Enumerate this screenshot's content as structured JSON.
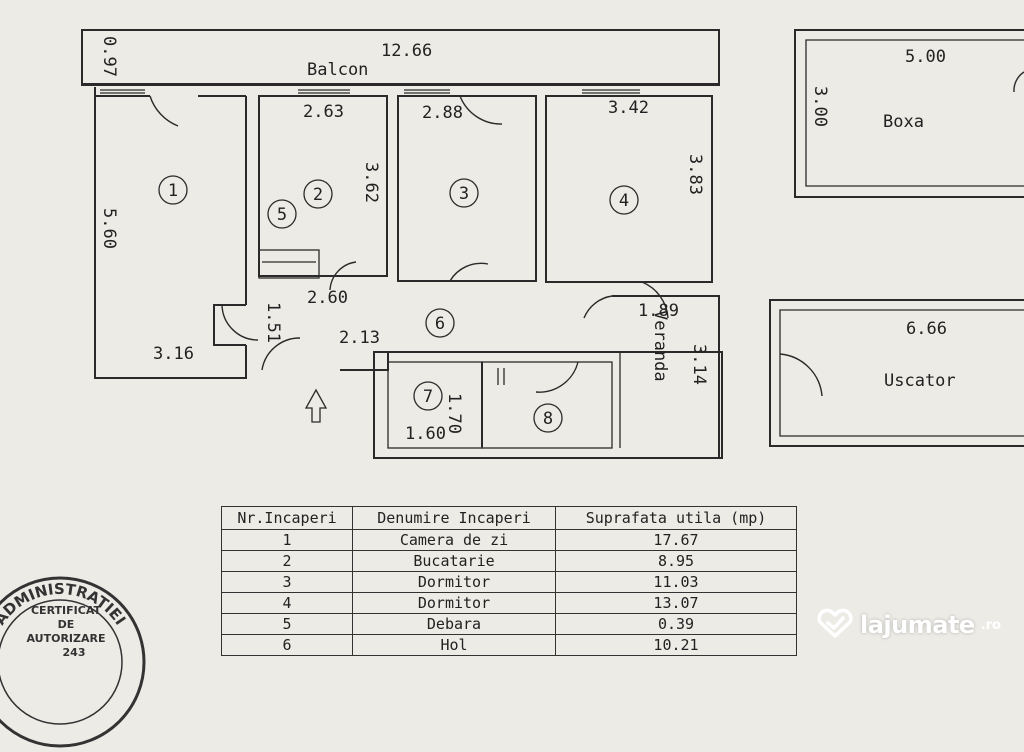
{
  "floor_plan": {
    "dimensions": {
      "balcony_depth": "0.97",
      "balcony_length": "12.66",
      "room1_length": "5.60",
      "room1_width": "3.16",
      "room2_width": "2.63",
      "room2_length": "3.62",
      "room3_width": "2.88",
      "room4_width": "3.42",
      "room4_length": "3.83",
      "hall_a": "2.60",
      "hall_b": "1.51",
      "hall_c": "2.13",
      "veranda_width": "1.89",
      "veranda_length": "3.14",
      "room7_length": "1.70",
      "room7_width": "1.60",
      "boxa_length": "5.00",
      "boxa_width": "3.00",
      "uscator_length": "6.66"
    },
    "labels": {
      "balcony": "Balcon",
      "veranda": "Veranda",
      "boxa": "Boxa",
      "uscator": "Uscator"
    },
    "room_numbers": [
      "1",
      "2",
      "3",
      "4",
      "5",
      "6",
      "7",
      "8"
    ]
  },
  "table": {
    "headers": [
      "Nr.Incaperi",
      "Denumire Incaperi",
      "Suprafata utila (mp)"
    ],
    "rows": [
      {
        "nr": "1",
        "name": "Camera de zi",
        "area": "17.67"
      },
      {
        "nr": "2",
        "name": "Bucatarie",
        "area": "8.95"
      },
      {
        "nr": "3",
        "name": "Dormitor",
        "area": "11.03"
      },
      {
        "nr": "4",
        "name": "Dormitor",
        "area": "13.07"
      },
      {
        "nr": "5",
        "name": "Debara",
        "area": "0.39"
      },
      {
        "nr": "6",
        "name": "Hol",
        "area": "10.21"
      }
    ]
  },
  "stamp": {
    "top_text": "ADMINISTRATIEI",
    "line1": "CERTIFICAT",
    "line2": "DE",
    "line3": "AUTORIZARE",
    "number": "243"
  },
  "watermark": {
    "brand": "lajumate",
    "tld": ".ro",
    "icon": "heart-check-icon"
  }
}
